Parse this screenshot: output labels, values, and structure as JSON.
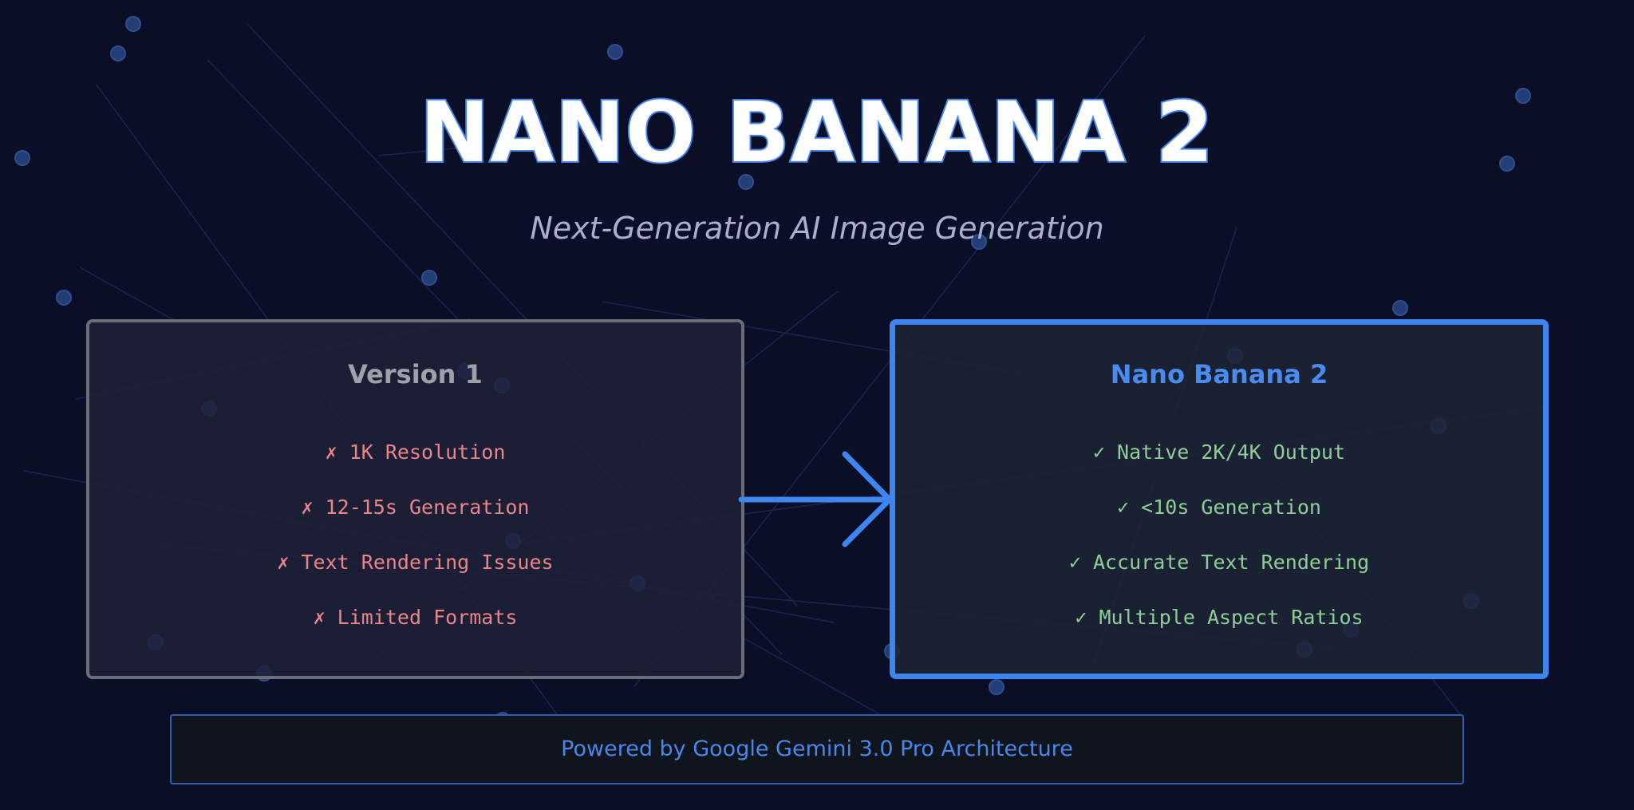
{
  "title": "NANO BANANA 2",
  "subtitle": "Next-Generation AI Image Generation",
  "version1": {
    "heading": "Version 1",
    "items": [
      "✗ 1K Resolution",
      "✗ 12-15s Generation",
      "✗ Text Rendering Issues",
      "✗ Limited Formats"
    ]
  },
  "version2": {
    "heading": "Nano Banana 2",
    "items": [
      "✓ Native 2K/4K Output",
      "✓ <10s Generation",
      "✓ Accurate Text Rendering",
      "✓ Multiple Aspect Ratios"
    ]
  },
  "footer": "Powered by Google Gemini 3.0 Pro Architecture",
  "colors": {
    "background": "#0a0e27",
    "accent": "#3f85ef",
    "negative": "#e8868a",
    "positive": "#8fce98"
  }
}
